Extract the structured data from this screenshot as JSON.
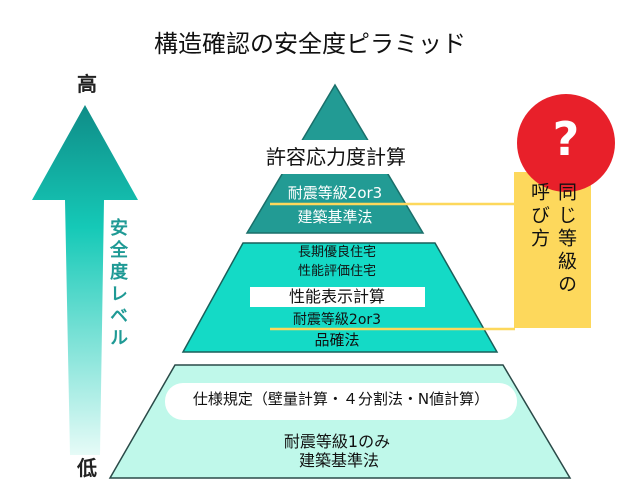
{
  "title": "構造確認の安全度ピラミッド",
  "axis": {
    "high": "高",
    "low": "低",
    "label": "安全度レベル"
  },
  "tiers": {
    "top": {
      "method": "許容応力度計算",
      "grade": "耐震等級2or3",
      "law": "建築基準法"
    },
    "middle": {
      "house1": "長期優良住宅",
      "house2": "性能評価住宅",
      "method": "性能表示計算",
      "grade": "耐震等級2or3",
      "law": "品確法"
    },
    "bottom": {
      "method": "仕様規定（壁量計算・４分割法・N値計算）",
      "grade": "耐震等級1のみ",
      "law": "建築基準法"
    }
  },
  "callout": {
    "line1": "同じ等級の",
    "line2": "呼び方",
    "bubble": "?"
  },
  "colors": {
    "top": "#229b94",
    "middle": "#14dac6",
    "bottom": "#bff8ea",
    "yellow": "#fdd85c",
    "red": "#e8202a",
    "teal_text": "#1f9a95"
  }
}
